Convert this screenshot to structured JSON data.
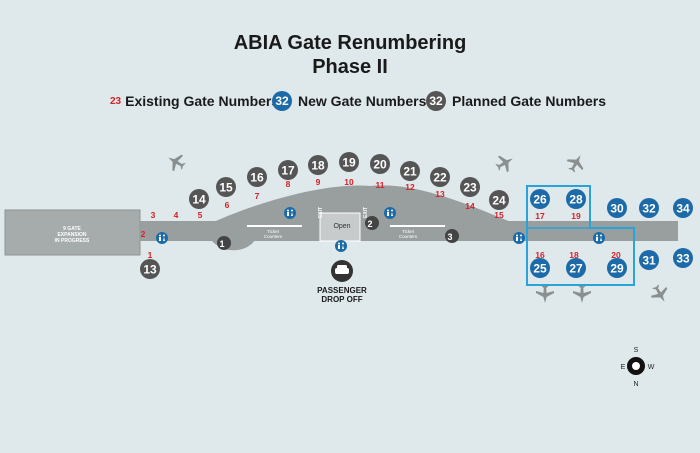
{
  "title": {
    "line1": "ABIA Gate Renumbering",
    "line2": "Phase II"
  },
  "legend": {
    "existing_sample": "23",
    "existing_label": "Existing Gate Numbers",
    "new_sample": "32",
    "new_label": "New Gate Numbers",
    "planned_sample": "32",
    "planned_label": "Planned Gate Numbers"
  },
  "colors": {
    "background": "#dfe9ec",
    "terminal": "#999e9f",
    "existing_red": "#d42027",
    "new_blue": "#1c6aa8",
    "planned_grey": "#555555",
    "highlight_box": "#2aa3d8"
  },
  "expansion_label_line1": "9 GATE",
  "expansion_label_line2": "EXPANSION",
  "expansion_label_line3": "IN PROGRESS",
  "ticket_counters_label_1": "Ticket",
  "ticket_counters_label_2": "Counters",
  "open_label": "Open",
  "exit_label": "EXIT",
  "passenger_line1": "PASSENGER",
  "passenger_line2": "DROP OFF",
  "existing_gates": [
    "1",
    "2",
    "3",
    "4",
    "5",
    "6",
    "7",
    "8",
    "9",
    "10",
    "11",
    "12",
    "13",
    "14",
    "15",
    "16",
    "17",
    "18",
    "19",
    "20"
  ],
  "planned_gates": [
    "13",
    "14",
    "15",
    "16",
    "17",
    "18",
    "19",
    "20",
    "21",
    "22",
    "23",
    "24"
  ],
  "new_gates": [
    "25",
    "26",
    "27",
    "28",
    "29",
    "30",
    "31",
    "32",
    "33",
    "34"
  ],
  "security_checkpoints": [
    "1",
    "2",
    "3"
  ],
  "compass": {
    "north": "N",
    "south": "S",
    "east": "E",
    "west": "W"
  },
  "icons": [
    "airplane-icon",
    "restroom-icon",
    "car-icon",
    "compass-icon"
  ]
}
